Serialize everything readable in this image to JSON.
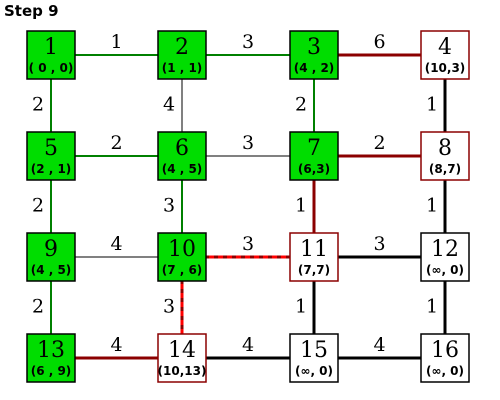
{
  "title": "Step  9",
  "colors": {
    "visited_fill": "#00dd00",
    "visited_edge": "#008000",
    "frontier_border": "#8b0000",
    "frontier_edge": "#8b0000",
    "default_edge": "#000000",
    "highlight_edge": "#ff0000",
    "node_border": "#000000"
  },
  "nodes": [
    {
      "id": "1",
      "label": "( 0 , 0)",
      "state": "visited"
    },
    {
      "id": "2",
      "label": "(1 , 1)",
      "state": "visited"
    },
    {
      "id": "3",
      "label": "(4 , 2)",
      "state": "visited"
    },
    {
      "id": "4",
      "label": "(10,3)",
      "state": "frontier"
    },
    {
      "id": "5",
      "label": "(2 , 1)",
      "state": "visited"
    },
    {
      "id": "6",
      "label": "(4 , 5)",
      "state": "visited"
    },
    {
      "id": "7",
      "label": "(6,3)",
      "state": "visited"
    },
    {
      "id": "8",
      "label": "(8,7)",
      "state": "frontier"
    },
    {
      "id": "9",
      "label": "(4 , 5)",
      "state": "visited"
    },
    {
      "id": "10",
      "label": "(7 , 6)",
      "state": "visited"
    },
    {
      "id": "11",
      "label": "(7,7)",
      "state": "frontier"
    },
    {
      "id": "12",
      "label": "(∞, 0)",
      "state": "unvisited"
    },
    {
      "id": "13",
      "label": "(6 , 9)",
      "state": "visited"
    },
    {
      "id": "14",
      "label": "(10,13)",
      "state": "frontier"
    },
    {
      "id": "15",
      "label": "(∞, 0)",
      "state": "unvisited"
    },
    {
      "id": "16",
      "label": "(∞, 0)",
      "state": "unvisited"
    }
  ],
  "edges": [
    {
      "from": "1",
      "to": "2",
      "weight": "1",
      "style": "visited"
    },
    {
      "from": "2",
      "to": "3",
      "weight": "3",
      "style": "visited"
    },
    {
      "from": "3",
      "to": "4",
      "weight": "6",
      "style": "frontier"
    },
    {
      "from": "5",
      "to": "6",
      "weight": "2",
      "style": "visited"
    },
    {
      "from": "6",
      "to": "7",
      "weight": "3",
      "style": "normal"
    },
    {
      "from": "7",
      "to": "8",
      "weight": "2",
      "style": "frontier"
    },
    {
      "from": "9",
      "to": "10",
      "weight": "4",
      "style": "normal"
    },
    {
      "from": "10",
      "to": "11",
      "weight": "3",
      "style": "highlight"
    },
    {
      "from": "11",
      "to": "12",
      "weight": "3",
      "style": "bold"
    },
    {
      "from": "13",
      "to": "14",
      "weight": "4",
      "style": "frontier"
    },
    {
      "from": "14",
      "to": "15",
      "weight": "4",
      "style": "bold"
    },
    {
      "from": "15",
      "to": "16",
      "weight": "4",
      "style": "bold"
    },
    {
      "from": "1",
      "to": "5",
      "weight": "2",
      "style": "visited"
    },
    {
      "from": "5",
      "to": "9",
      "weight": "2",
      "style": "visited"
    },
    {
      "from": "9",
      "to": "13",
      "weight": "2",
      "style": "visited"
    },
    {
      "from": "2",
      "to": "6",
      "weight": "4",
      "style": "normal"
    },
    {
      "from": "6",
      "to": "10",
      "weight": "3",
      "style": "visited"
    },
    {
      "from": "10",
      "to": "14",
      "weight": "3",
      "style": "highlight"
    },
    {
      "from": "3",
      "to": "7",
      "weight": "2",
      "style": "visited"
    },
    {
      "from": "7",
      "to": "11",
      "weight": "1",
      "style": "frontier"
    },
    {
      "from": "11",
      "to": "15",
      "weight": "1",
      "style": "bold"
    },
    {
      "from": "4",
      "to": "8",
      "weight": "1",
      "style": "bold"
    },
    {
      "from": "8",
      "to": "12",
      "weight": "1",
      "style": "bold"
    },
    {
      "from": "12",
      "to": "16",
      "weight": "1",
      "style": "bold"
    }
  ]
}
